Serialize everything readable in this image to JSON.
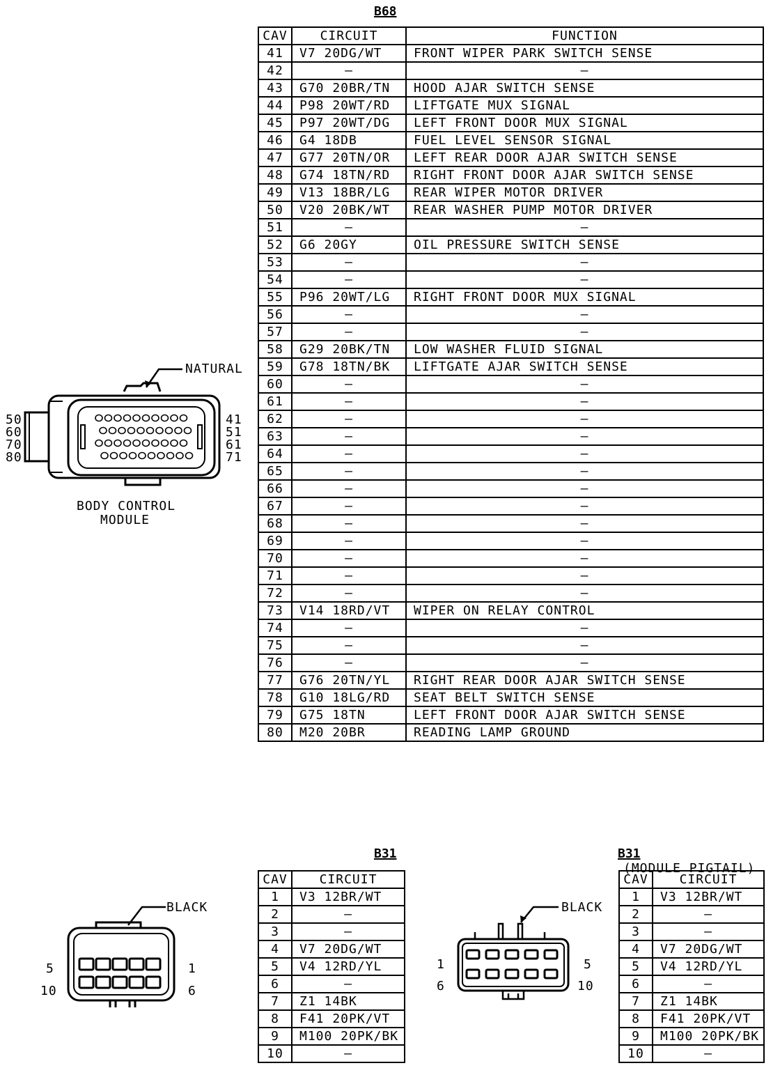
{
  "b68": {
    "title": "B68",
    "headers": {
      "cav": "CAV",
      "circuit": "CIRCUIT",
      "function": "FUNCTION"
    },
    "rows": [
      {
        "cav": "41",
        "circuit": "V7 20DG/WT",
        "function": "FRONT WIPER PARK SWITCH SENSE"
      },
      {
        "cav": "42",
        "circuit": "–",
        "function": "–"
      },
      {
        "cav": "43",
        "circuit": "G70 20BR/TN",
        "function": "HOOD AJAR SWITCH SENSE"
      },
      {
        "cav": "44",
        "circuit": "P98 20WT/RD",
        "function": "LIFTGATE MUX SIGNAL"
      },
      {
        "cav": "45",
        "circuit": "P97 20WT/DG",
        "function": "LEFT FRONT DOOR MUX SIGNAL"
      },
      {
        "cav": "46",
        "circuit": "G4 18DB",
        "function": "FUEL LEVEL SENSOR SIGNAL"
      },
      {
        "cav": "47",
        "circuit": "G77 20TN/OR",
        "function": "LEFT REAR DOOR AJAR SWITCH SENSE"
      },
      {
        "cav": "48",
        "circuit": "G74 18TN/RD",
        "function": "RIGHT FRONT DOOR AJAR SWITCH SENSE"
      },
      {
        "cav": "49",
        "circuit": "V13 18BR/LG",
        "function": "REAR WIPER MOTOR DRIVER"
      },
      {
        "cav": "50",
        "circuit": "V20 20BK/WT",
        "function": "REAR WASHER PUMP MOTOR DRIVER"
      },
      {
        "cav": "51",
        "circuit": "–",
        "function": "–"
      },
      {
        "cav": "52",
        "circuit": "G6 20GY",
        "function": "OIL PRESSURE SWITCH SENSE"
      },
      {
        "cav": "53",
        "circuit": "–",
        "function": "–"
      },
      {
        "cav": "54",
        "circuit": "–",
        "function": "–"
      },
      {
        "cav": "55",
        "circuit": "P96 20WT/LG",
        "function": "RIGHT FRONT DOOR MUX SIGNAL"
      },
      {
        "cav": "56",
        "circuit": "–",
        "function": "–"
      },
      {
        "cav": "57",
        "circuit": "–",
        "function": "–"
      },
      {
        "cav": "58",
        "circuit": "G29 20BK/TN",
        "function": "LOW WASHER FLUID SIGNAL"
      },
      {
        "cav": "59",
        "circuit": "G78 18TN/BK",
        "function": "LIFTGATE AJAR SWITCH SENSE"
      },
      {
        "cav": "60",
        "circuit": "–",
        "function": "–"
      },
      {
        "cav": "61",
        "circuit": "–",
        "function": "–"
      },
      {
        "cav": "62",
        "circuit": "–",
        "function": "–"
      },
      {
        "cav": "63",
        "circuit": "–",
        "function": "–"
      },
      {
        "cav": "64",
        "circuit": "–",
        "function": "–"
      },
      {
        "cav": "65",
        "circuit": "–",
        "function": "–"
      },
      {
        "cav": "66",
        "circuit": "–",
        "function": "–"
      },
      {
        "cav": "67",
        "circuit": "–",
        "function": "–"
      },
      {
        "cav": "68",
        "circuit": "–",
        "function": "–"
      },
      {
        "cav": "69",
        "circuit": "–",
        "function": "–"
      },
      {
        "cav": "70",
        "circuit": "–",
        "function": "–"
      },
      {
        "cav": "71",
        "circuit": "–",
        "function": "–"
      },
      {
        "cav": "72",
        "circuit": "–",
        "function": "–"
      },
      {
        "cav": "73",
        "circuit": "V14 18RD/VT",
        "function": "WIPER ON RELAY CONTROL"
      },
      {
        "cav": "74",
        "circuit": "–",
        "function": "–"
      },
      {
        "cav": "75",
        "circuit": "–",
        "function": "–"
      },
      {
        "cav": "76",
        "circuit": "–",
        "function": "–"
      },
      {
        "cav": "77",
        "circuit": "G76 20TN/YL",
        "function": "RIGHT REAR DOOR AJAR SWITCH SENSE"
      },
      {
        "cav": "78",
        "circuit": "G10 18LG/RD",
        "function": "SEAT BELT SWITCH SENSE"
      },
      {
        "cav": "79",
        "circuit": "G75 18TN",
        "function": "LEFT FRONT DOOR AJAR SWITCH SENSE"
      },
      {
        "cav": "80",
        "circuit": "M20 20BR",
        "function": "READING LAMP GROUND"
      }
    ]
  },
  "bcm": {
    "color_label": "NATURAL",
    "name_line1": "BODY CONTROL",
    "name_line2": "MODULE",
    "left_pins": [
      "50",
      "60",
      "70",
      "80"
    ],
    "right_pins": [
      "41",
      "51",
      "61",
      "71"
    ]
  },
  "b31": {
    "title": "B31",
    "headers": {
      "cav": "CAV",
      "circuit": "CIRCUIT"
    },
    "rows": [
      {
        "cav": "1",
        "circuit": "V3 12BR/WT"
      },
      {
        "cav": "2",
        "circuit": "–"
      },
      {
        "cav": "3",
        "circuit": "–"
      },
      {
        "cav": "4",
        "circuit": "V7 20DG/WT"
      },
      {
        "cav": "5",
        "circuit": "V4 12RD/YL"
      },
      {
        "cav": "6",
        "circuit": "–"
      },
      {
        "cav": "7",
        "circuit": "Z1 14BK"
      },
      {
        "cav": "8",
        "circuit": "F41 20PK/VT"
      },
      {
        "cav": "9",
        "circuit": "M100 20PK/BK"
      },
      {
        "cav": "10",
        "circuit": "–"
      }
    ],
    "connector": {
      "color_label": "BLACK",
      "pins": {
        "top_left": "5",
        "bottom_left": "10",
        "top_right": "1",
        "bottom_right": "6"
      }
    }
  },
  "b31p": {
    "title": "B31",
    "subtitle": "(MODULE PIGTAIL)",
    "headers": {
      "cav": "CAV",
      "circuit": "CIRCUIT"
    },
    "rows": [
      {
        "cav": "1",
        "circuit": "V3 12BR/WT"
      },
      {
        "cav": "2",
        "circuit": "–"
      },
      {
        "cav": "3",
        "circuit": "–"
      },
      {
        "cav": "4",
        "circuit": "V7 20DG/WT"
      },
      {
        "cav": "5",
        "circuit": "V4 12RD/YL"
      },
      {
        "cav": "6",
        "circuit": "–"
      },
      {
        "cav": "7",
        "circuit": "Z1 14BK"
      },
      {
        "cav": "8",
        "circuit": "F41 20PK/VT"
      },
      {
        "cav": "9",
        "circuit": "M100 20PK/BK"
      },
      {
        "cav": "10",
        "circuit": "–"
      }
    ],
    "connector": {
      "color_label": "BLACK",
      "pins": {
        "top_left": "1",
        "bottom_left": "6",
        "top_right": "5",
        "bottom_right": "10"
      }
    }
  }
}
